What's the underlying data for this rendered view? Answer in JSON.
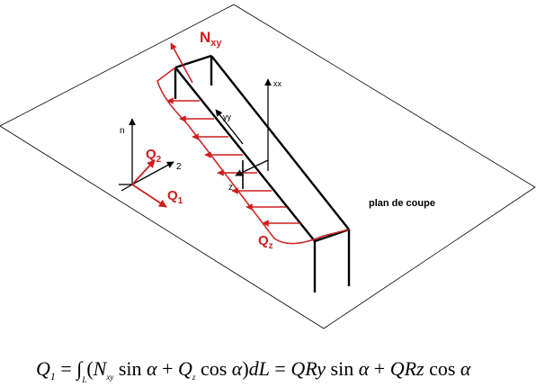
{
  "labels": {
    "nxy_main": "N",
    "nxy_sub": "xy",
    "q2_main": "Q",
    "q2_sub": "2",
    "q1_main": "Q",
    "q1_sub": "1",
    "qz_main": "Q",
    "qz_sub": "z",
    "n": "n",
    "two": "2",
    "xx": "xx",
    "yy": "yy",
    "z": "z",
    "plane": "plan de coupe"
  },
  "formula": {
    "q": "Q",
    "q_sub": "1",
    "eq1": " = ∫",
    "int_sub": "L",
    "open": "(",
    "n": "N",
    "n_sub": "xy",
    "sin1": " sin ",
    "a1": "α",
    "plus1": " + ",
    "qz": "Q",
    "qz_sub": "z",
    "cos1": " cos ",
    "a2": "α",
    "close": ")",
    "dl": "dL",
    "eq2": " = ",
    "qry": "QRy",
    "sin2": " sin ",
    "a3": "α",
    "plus2": " + ",
    "qrz": "QRz",
    "cos2": " cos ",
    "a4": "α"
  },
  "colors": {
    "red": "#cc1f1f",
    "black": "#000000"
  }
}
